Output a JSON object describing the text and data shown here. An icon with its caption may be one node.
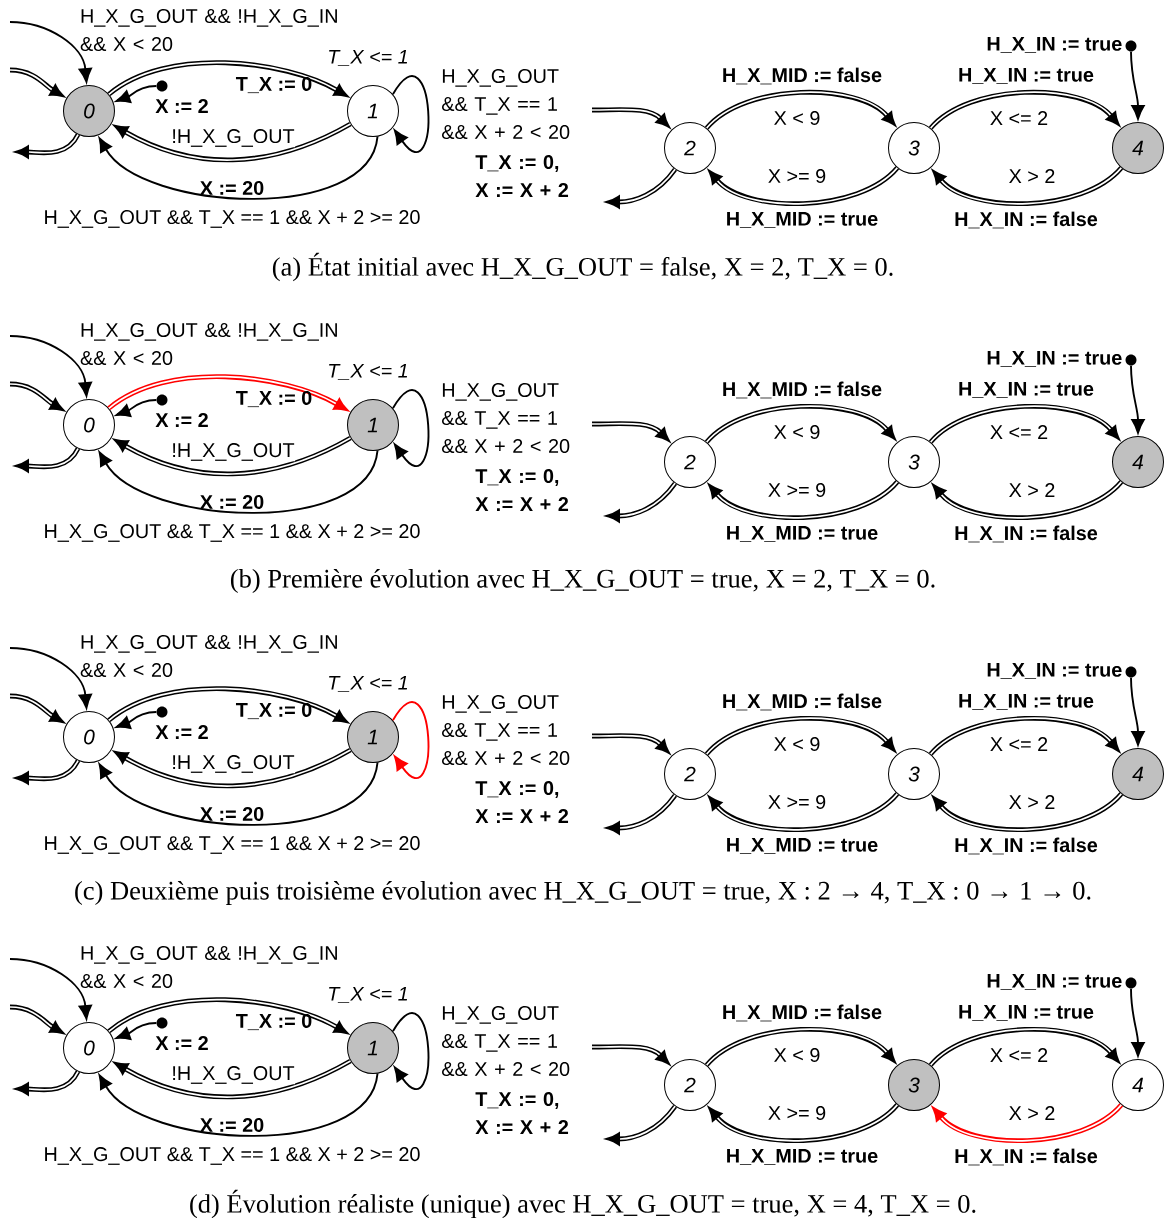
{
  "diagram": {
    "nodes": [
      {
        "text": [
          "0"
        ]
      },
      {
        "text": [
          "1"
        ],
        "beside": [
          "T_X <= 1"
        ]
      },
      {
        "text": [],
        "shape": "circle"
      },
      {
        "text": [
          "2"
        ]
      },
      {
        "text": [
          "3"
        ]
      },
      {
        "text": [
          "4"
        ]
      },
      {
        "text": [],
        "shape": "circle"
      },
      {
        "text": [
          "0"
        ]
      },
      {
        "text": [
          "1"
        ],
        "beside": [
          "T_X <= 1"
        ]
      },
      {
        "text": [],
        "shape": "circle"
      },
      {
        "text": [
          "2"
        ]
      },
      {
        "text": [
          "3"
        ]
      },
      {
        "text": [
          "4"
        ]
      },
      {
        "text": [],
        "shape": "circle"
      },
      {
        "text": [
          "0"
        ]
      },
      {
        "text": [
          "1"
        ],
        "beside": [
          "T_X <= 1"
        ]
      },
      {
        "text": [],
        "shape": "circle"
      },
      {
        "text": [
          "2"
        ]
      },
      {
        "text": [
          "3"
        ]
      },
      {
        "text": [
          "4"
        ]
      },
      {
        "text": [],
        "shape": "circle"
      },
      {
        "text": [
          "0"
        ]
      },
      {
        "text": [
          "1"
        ],
        "beside": [
          "T_X <= 1"
        ]
      },
      {
        "text": [],
        "shape": "circle"
      },
      {
        "text": [
          "2"
        ]
      },
      {
        "text": [
          "3"
        ]
      },
      {
        "text": [
          "4"
        ]
      },
      {
        "text": [],
        "shape": "circle"
      }
    ],
    "edges": [
      {
        "from": null,
        "to": 0,
        "arrow": "to"
      },
      {
        "from": null,
        "to": 0,
        "arrow": "to"
      },
      {
        "from": 0,
        "to": null,
        "arrow": "to"
      },
      {
        "from": 2,
        "to": 0,
        "arrow": "to",
        "label": "X := 2"
      },
      {
        "from": 0,
        "to": 1,
        "arrow": "to",
        "label": "H_X_G_OUT && !H_X_G_IN && X < 20"
      },
      {
        "from": 1,
        "to": 0,
        "arrow": "to",
        "label": "!H_X_G_OUT"
      },
      {
        "from": 1,
        "to": 0,
        "arrow": "to",
        "label": "H_X_G_OUT && T_X == 1 && X + 2 >= 20"
      },
      {
        "from": 1,
        "to": 1,
        "arrow": "to"
      },
      {
        "from": null,
        "to": 3,
        "arrow": "to",
        "label": "H_X_G_OUT && T_X == 1 && X + 2 < 20"
      },
      {
        "from": 3,
        "to": null,
        "arrow": "to"
      },
      {
        "from": 3,
        "to": 4,
        "arrow": "to",
        "label": "X < 9"
      },
      {
        "from": 4,
        "to": 3,
        "arrow": "to",
        "label": "X >= 9"
      },
      {
        "from": 4,
        "to": 5,
        "arrow": "to",
        "label": "X <= 2"
      },
      {
        "from": 5,
        "to": 4,
        "arrow": "to",
        "label": "X > 2"
      },
      {
        "from": 6,
        "to": 5,
        "arrow": "to",
        "label": "H_X_IN := true"
      },
      {
        "from": null,
        "to": 7,
        "arrow": "to"
      },
      {
        "from": null,
        "to": 7,
        "arrow": "to"
      },
      {
        "from": 7,
        "to": null,
        "arrow": "to"
      },
      {
        "from": 9,
        "to": 7,
        "arrow": "to",
        "label": "X := 2"
      },
      {
        "from": 7,
        "to": 8,
        "arrow": "to",
        "color": "#ff0000",
        "label": "H_X_G_OUT && !H_X_G_IN && X < 20"
      },
      {
        "from": 8,
        "to": 7,
        "arrow": "to",
        "label": "!H_X_G_OUT"
      },
      {
        "from": 8,
        "to": 7,
        "arrow": "to",
        "label": "H_X_G_OUT && T_X == 1 && X + 2 >= 20"
      },
      {
        "from": 8,
        "to": 8,
        "arrow": "to"
      },
      {
        "from": null,
        "to": 10,
        "arrow": "to",
        "label": "H_X_G_OUT && T_X == 1 && X + 2 < 20"
      },
      {
        "from": 10,
        "to": null,
        "arrow": "to"
      },
      {
        "from": 10,
        "to": 11,
        "arrow": "to",
        "label": "X < 9"
      },
      {
        "from": 11,
        "to": 10,
        "arrow": "to",
        "label": "X >= 9"
      },
      {
        "from": 11,
        "to": 12,
        "arrow": "to",
        "label": "X <= 2"
      },
      {
        "from": 12,
        "to": 11,
        "arrow": "to",
        "label": "X > 2"
      },
      {
        "from": 13,
        "to": 12,
        "arrow": "to",
        "label": "H_X_IN := true"
      },
      {
        "from": null,
        "to": 14,
        "arrow": "to"
      },
      {
        "from": null,
        "to": 14,
        "arrow": "to"
      },
      {
        "from": 14,
        "to": null,
        "arrow": "to"
      },
      {
        "from": 16,
        "to": 14,
        "arrow": "to",
        "label": "X := 2"
      },
      {
        "from": 14,
        "to": 15,
        "arrow": "to",
        "label": "H_X_G_OUT && !H_X_G_IN && X < 20"
      },
      {
        "from": 15,
        "to": 14,
        "arrow": "to",
        "label": "!H_X_G_OUT"
      },
      {
        "from": 15,
        "to": 14,
        "arrow": "to",
        "label": "H_X_G_OUT && T_X == 1 && X + 2 >= 20"
      },
      {
        "from": 15,
        "to": 15,
        "arrow": "to",
        "color": "#ff0000"
      },
      {
        "from": null,
        "to": 17,
        "arrow": "to",
        "label": "H_X_G_OUT && T_X == 1 && X + 2 < 20"
      },
      {
        "from": 17,
        "to": null,
        "arrow": "to"
      },
      {
        "from": 17,
        "to": 18,
        "arrow": "to",
        "label": "X < 9"
      },
      {
        "from": 18,
        "to": 17,
        "arrow": "to",
        "label": "X >= 9"
      },
      {
        "from": 18,
        "to": 19,
        "arrow": "to",
        "label": "X <= 2"
      },
      {
        "from": 19,
        "to": 18,
        "arrow": "to",
        "label": "X > 2"
      },
      {
        "from": 20,
        "to": 19,
        "arrow": "to",
        "label": "H_X_IN := true"
      },
      {
        "from": null,
        "to": 21,
        "arrow": "to"
      },
      {
        "from": null,
        "to": 21,
        "arrow": "to"
      },
      {
        "from": 21,
        "to": null,
        "arrow": "to"
      },
      {
        "from": 23,
        "to": 21,
        "arrow": "to",
        "label": "X := 2"
      },
      {
        "from": 21,
        "to": 22,
        "arrow": "to",
        "label": "H_X_G_OUT && !H_X_G_IN && X < 20"
      },
      {
        "from": 22,
        "to": 21,
        "arrow": "to",
        "label": "!H_X_G_OUT"
      },
      {
        "from": 22,
        "to": 21,
        "arrow": "to",
        "label": "H_X_G_OUT && T_X == 1 && X + 2 >= 20"
      },
      {
        "from": 22,
        "to": 22,
        "arrow": "to"
      },
      {
        "from": null,
        "to": 24,
        "arrow": "to",
        "label": "H_X_G_OUT && T_X == 1 && X + 2 < 20"
      },
      {
        "from": 24,
        "to": null,
        "arrow": "to"
      },
      {
        "from": 24,
        "to": 25,
        "arrow": "to",
        "label": "X < 9"
      },
      {
        "from": 25,
        "to": 24,
        "arrow": "to",
        "label": "X >= 9"
      },
      {
        "from": 25,
        "to": 26,
        "arrow": "to",
        "label": "X <= 2"
      },
      {
        "from": 26,
        "to": 25,
        "arrow": "to",
        "color": "#ff0000",
        "label": "X > 2"
      },
      {
        "from": 27,
        "to": 26,
        "arrow": "to",
        "label": "H_X_IN := true"
      }
    ],
    "labels": [
      "T_X := 0",
      "X := 20",
      "T_X := 0, X := X + 2",
      "H_X_MID := false",
      "H_X_IN := true",
      "H_X_MID := true",
      "H_X_IN := false",
      "(a) État initial avec H_X_G_OUT = false, X = 2, T_X = 0.",
      "T_X := 0",
      "X := 20",
      "T_X := 0, X := X + 2",
      "H_X_MID := false",
      "H_X_IN := true",
      "H_X_MID := true",
      "H_X_IN := false",
      "(b) Première évolution avec H_X_G_OUT = true, X = 2, T_X = 0.",
      "T_X := 0",
      "X := 20",
      "T_X := 0, X := X + 2",
      "H_X_MID := false",
      "H_X_IN := true",
      "H_X_MID := true",
      "H_X_IN := false",
      "(c) Deuxième puis troisième évolution avec H_X_G_OUT = true, X : 2 → 4, T_X : 0 → 1 → 0.",
      "T_X := 0",
      "X := 20",
      "T_X := 0, X := X + 2",
      "H_X_MID := false",
      "H_X_IN := true",
      "H_X_MID := true",
      "H_X_IN := false",
      "(d) Évolution réaliste (unique) avec H_X_G_OUT = true, X = 4, T_X = 0."
    ]
  }
}
